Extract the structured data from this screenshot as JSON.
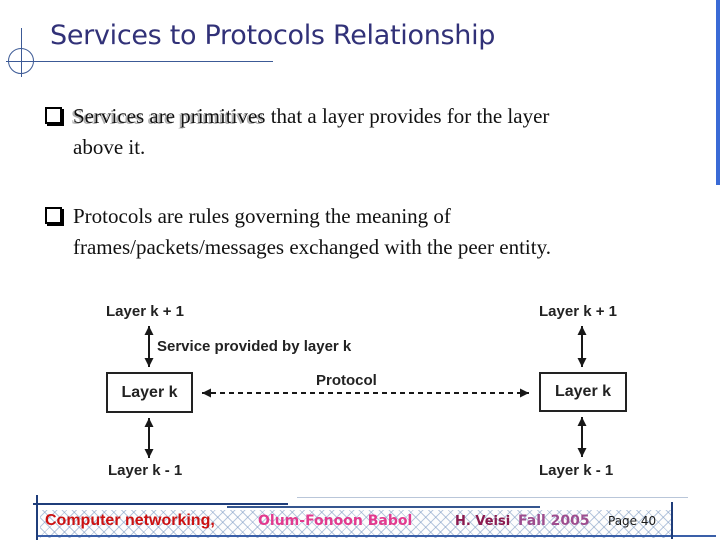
{
  "slide": {
    "title": "Services to Protocols Relationship"
  },
  "bullets": {
    "b1": {
      "line1_emphasis": "Services are primitives",
      "line1_rest": " that a layer provides for the layer",
      "line2": "above it."
    },
    "b2": {
      "line1": "Protocols are rules governing the meaning of",
      "line2": "frames/packets/messages exchanged with the peer entity."
    }
  },
  "diagram": {
    "top_left_label": "Layer k + 1",
    "top_right_label": "Layer k + 1",
    "service_arrow_label": "Service provided by layer k",
    "protocol_arrow_label": "Protocol",
    "left_box_label": "Layer k",
    "right_box_label": "Layer k",
    "bottom_left_label": "Layer k - 1",
    "bottom_right_label": "Layer k - 1"
  },
  "footer": {
    "course": "Computer networking,",
    "institute": "Olum-Fonoon Babol",
    "author": "H. Veisi",
    "term": "Fall 2005",
    "page_label": "Page 40"
  },
  "icons": {
    "bullet_icon": "shadowed-square",
    "vertical_arrows": "double-headed-arrow",
    "protocol_arrow": "dashed-double-headed-arrow",
    "corner_ornament": "crosshair-circle"
  },
  "colors": {
    "title_text": "#313178",
    "right_accent_bar": "#3a6bd6",
    "footer_course": "#cc1111",
    "footer_institute": "#e23a8e",
    "footer_author": "#8b1a4f",
    "footer_term": "#9e4d8e",
    "diagram_ink": "#222222",
    "ornament_blue": "#3c5a96"
  }
}
